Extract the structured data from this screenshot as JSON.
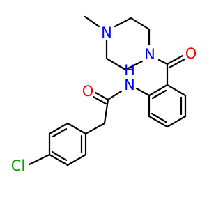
{
  "molecule": {
    "atoms": [
      {
        "id": "N1",
        "label": "N",
        "role": "piperazine-n-methyl"
      },
      {
        "id": "N2",
        "label": "N",
        "role": "piperazine-n-amide"
      },
      {
        "id": "O1",
        "label": "O",
        "role": "ketone-oxygen"
      },
      {
        "id": "N3",
        "label": "N",
        "role": "amide-nh"
      },
      {
        "id": "H3",
        "label": "H",
        "role": "amide-hydrogen"
      },
      {
        "id": "O2",
        "label": "O",
        "role": "amide-oxygen"
      },
      {
        "id": "Cl1",
        "label": "Cl",
        "role": "chlorine"
      }
    ],
    "colors": {
      "bond": "#000000",
      "nitrogen": "#0000ff",
      "oxygen": "#ff0000",
      "chlorine": "#00a000",
      "background": "#ffffff"
    }
  }
}
